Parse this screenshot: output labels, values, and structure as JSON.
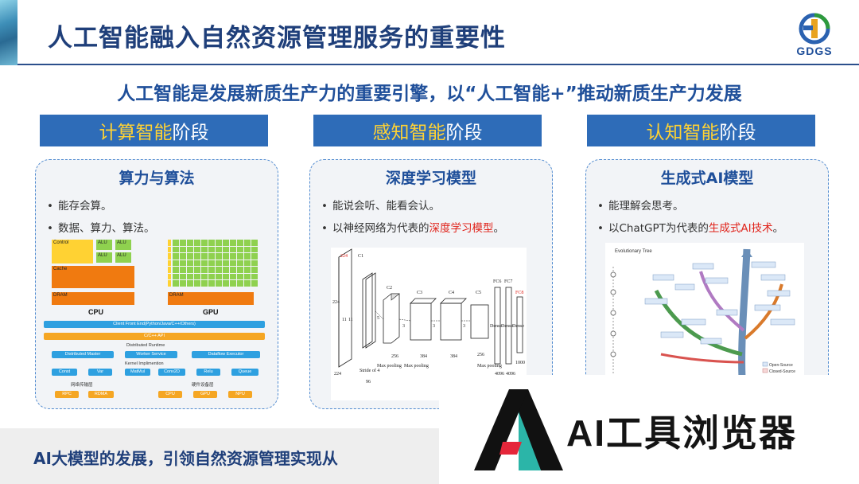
{
  "header": {
    "title": "人工智能融入自然资源管理服务的重要性",
    "logo_text": "GDGS"
  },
  "subtitle": "人工智能是发展新质生产力的重要引擎，以“人工智能+”推动新质生产力发展",
  "stages": [
    {
      "highlight": "计算智能",
      "rest": "阶段"
    },
    {
      "highlight": "感知智能",
      "rest": "阶段"
    },
    {
      "highlight": "认知智能",
      "rest": "阶段"
    }
  ],
  "panels": [
    {
      "title": "算力与算法",
      "bullets": [
        {
          "text": "能存会算。",
          "red": "",
          "tail": ""
        },
        {
          "text": "数据、算力、算法。",
          "red": "",
          "tail": ""
        }
      ],
      "figure": {
        "cpu_label": "CPU",
        "gpu_label": "GPU",
        "control": "Control",
        "alu": "ALU",
        "cache": "Cache",
        "dram": "DRAM",
        "client": "Client Front End(Python/Java/C++/Others)",
        "capi": "C/C++ API",
        "distributed_runtime": "Distributed Runtime",
        "distributed_master": "Distributed Master",
        "worker_service": "Worker Service",
        "dataflow_executor": "Dataflow Executor",
        "kernel": "Kernel Implimention",
        "kernels": [
          "Const",
          "Var",
          "MatMul",
          "Conv2D",
          "Relu",
          "Queue"
        ],
        "net_label": "网络传输层",
        "dev_label": "硬件设备层",
        "net": [
          "RPC",
          "RDMA"
        ],
        "dev": [
          "CPU",
          "GPU",
          "NPU"
        ]
      }
    },
    {
      "title": "深度学习模型",
      "bullets": [
        {
          "text": "能说会听、能看会认。",
          "red": "",
          "tail": ""
        },
        {
          "text": "以神经网络为代表的",
          "red": "深度学习模型",
          "tail": "。"
        }
      ],
      "figure": {
        "labels": [
          "C1",
          "C2",
          "C3",
          "C4",
          "C5",
          "FC6",
          "FC7",
          "FC8"
        ],
        "sizes": [
          "224",
          "11",
          "11",
          "5",
          "3",
          "3",
          "3",
          "96",
          "256",
          "384",
          "384",
          "256",
          "4096",
          "4096",
          "1000"
        ],
        "pool": [
          "Max pooling",
          "Max pooling",
          "Max pooling"
        ],
        "dense": [
          "Dense",
          "Dense",
          "Dense"
        ],
        "stride": "Stride of 4"
      }
    },
    {
      "title": "生成式AI模型",
      "bullets": [
        {
          "text": "能理解会思考。",
          "red": "",
          "tail": ""
        },
        {
          "text": "以ChatGPT为代表的",
          "red": "生成式AI技术",
          "tail": "。"
        }
      ],
      "figure": {
        "tree_title": "Evolutionary Tree",
        "legend": [
          "Open-Source",
          "Closed-Source"
        ]
      }
    }
  ],
  "bottom_text": "AI大模型的发展，引领自然资源管理实现从",
  "watermark_text": "AI工具浏览器",
  "colors": {
    "title_blue": "#1f3f7a",
    "stage_blue": "#2e6cb8",
    "stage_highlight": "#ffd233",
    "red": "#e0231b"
  }
}
